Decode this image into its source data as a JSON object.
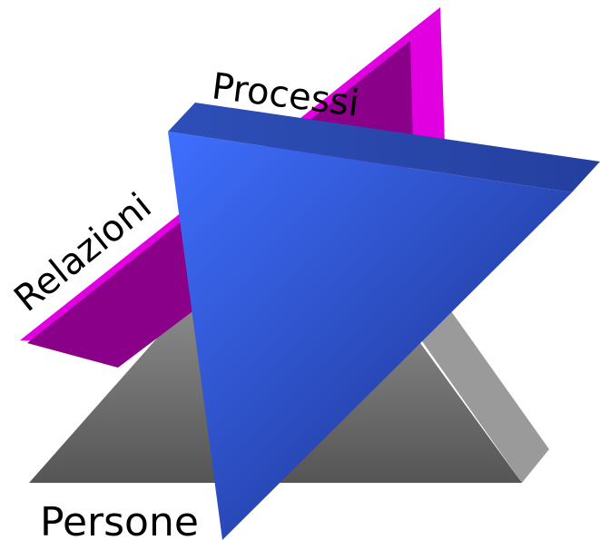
{
  "labels": {
    "processes": "Processi",
    "relations": "Relazioni",
    "people": "Persone"
  },
  "colors": {
    "magenta_light": "#E000E0",
    "magenta_dark": "#8A0088",
    "gray_light": "#B0B0B0",
    "gray_dark": "#555555",
    "blue_light": "#3F6FFF",
    "blue_dark": "#152A6B",
    "blue_edge": "#2C4AB2"
  }
}
